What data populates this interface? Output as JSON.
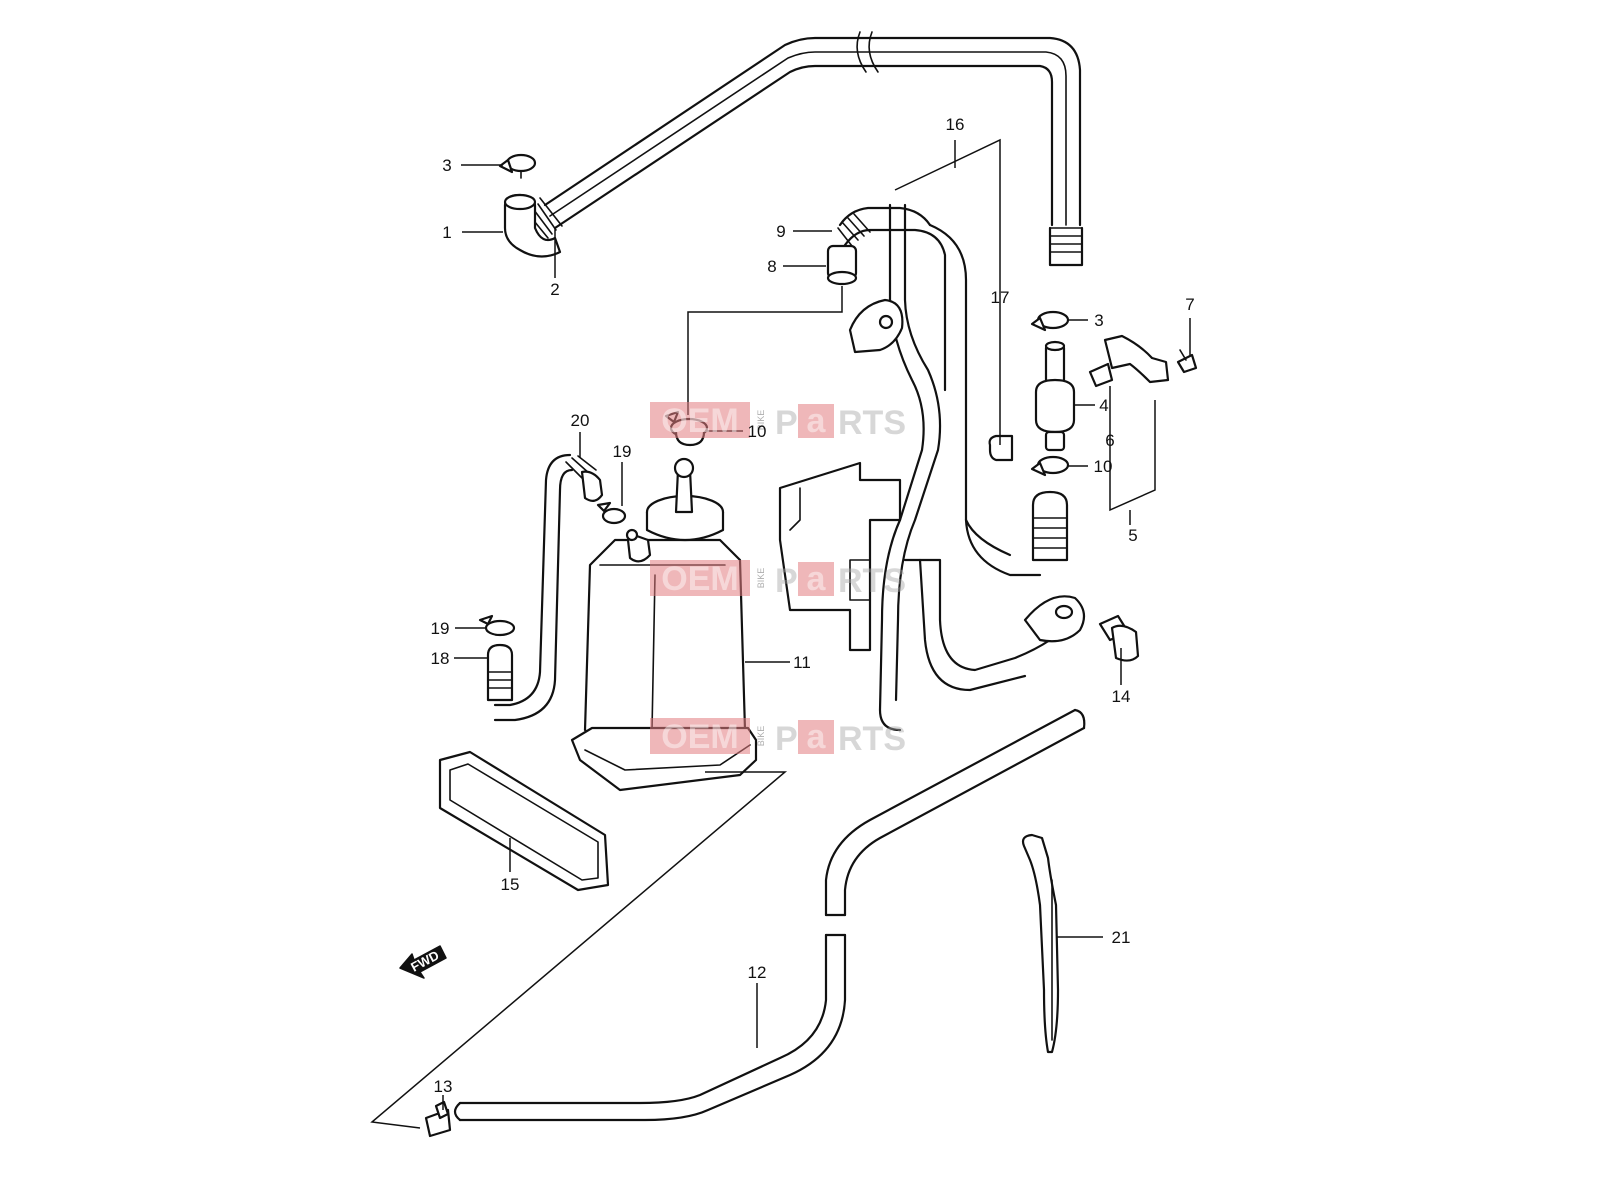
{
  "diagram": {
    "callouts": {
      "c1": "1",
      "c2": "2",
      "c3a": "3",
      "c3b": "3",
      "c4": "4",
      "c5": "5",
      "c6": "6",
      "c7": "7",
      "c8": "8",
      "c9": "9",
      "c10a": "10",
      "c10b": "10",
      "c11": "11",
      "c12": "12",
      "c13": "13",
      "c14": "14",
      "c15": "15",
      "c16": "16",
      "c17": "17",
      "c18": "18",
      "c19a": "19",
      "c19b": "19",
      "c20": "20",
      "c21": "21"
    },
    "direction_label": "FWD",
    "colors": {
      "line": "#111111",
      "watermark_box": "#e27b80",
      "watermark_text": "#9a9a9a",
      "background": "#ffffff"
    }
  },
  "watermark": {
    "brand_left": "OEM",
    "brand_small": "BIKE",
    "brand_right_p": "P",
    "brand_right_a": "a",
    "brand_right_rts": "RTS"
  }
}
